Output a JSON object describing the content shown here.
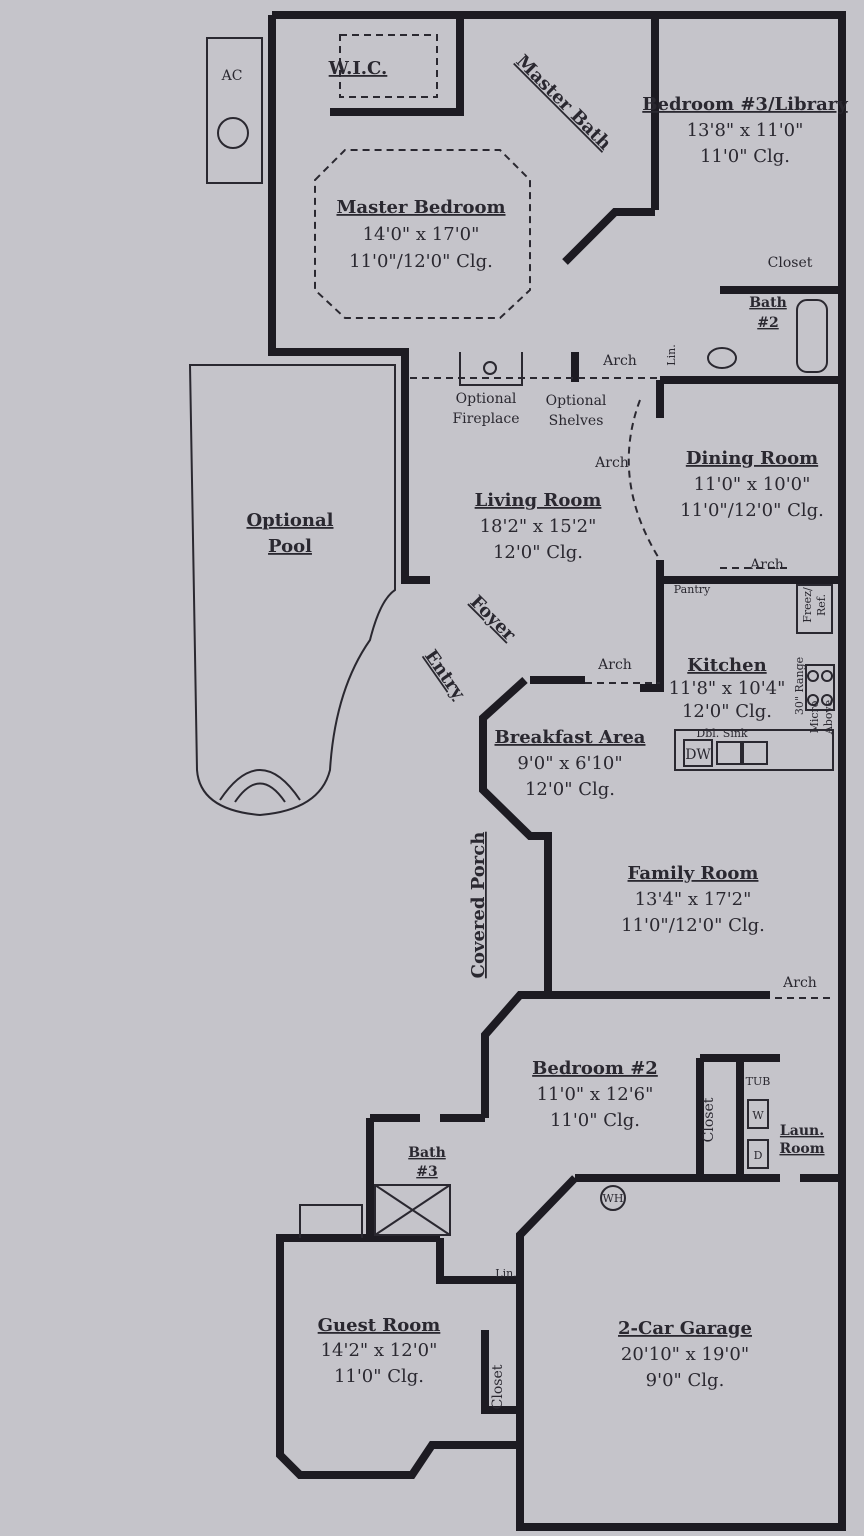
{
  "rooms": {
    "wic": {
      "name": "W.I.C."
    },
    "master_bath": {
      "name": "Master Bath"
    },
    "bedroom3": {
      "name": "Bedroom #3/Library",
      "size": "13'8\" x 11'0\"",
      "ceiling": "11'0\" Clg."
    },
    "master_bedroom": {
      "name": "Master Bedroom",
      "size": "14'0\" x 17'0\"",
      "ceiling": "11'0\"/12'0\" Clg."
    },
    "bath2": {
      "name": "Bath",
      "num": "#2"
    },
    "dining": {
      "name": "Dining Room",
      "size": "11'0\" x 10'0\"",
      "ceiling": "11'0\"/12'0\" Clg."
    },
    "living": {
      "name": "Living Room",
      "size": "18'2\" x 15'2\"",
      "ceiling": "12'0\" Clg."
    },
    "pool": {
      "name1": "Optional",
      "name2": "Pool"
    },
    "foyer": {
      "name": "Foyer"
    },
    "entry": {
      "name": "Entry"
    },
    "kitchen": {
      "name": "Kitchen",
      "size": "11'8\" x 10'4\"",
      "ceiling": "12'0\" Clg."
    },
    "breakfast": {
      "name": "Breakfast Area",
      "size": "9'0\" x 6'10\"",
      "ceiling": "12'0\" Clg."
    },
    "family": {
      "name": "Family Room",
      "size": "13'4\" x 17'2\"",
      "ceiling": "11'0\"/12'0\" Clg."
    },
    "porch": {
      "name": "Covered Porch"
    },
    "bedroom2": {
      "name": "Bedroom #2",
      "size": "11'0\" x 12'6\"",
      "ceiling": "11'0\" Clg."
    },
    "laundry": {
      "name1": "Laun.",
      "name2": "Room"
    },
    "bath3": {
      "name": "Bath",
      "num": "#3"
    },
    "guest": {
      "name": "Guest Room",
      "size": "14'2\" x 12'0\"",
      "ceiling": "11'0\" Clg."
    },
    "garage": {
      "name": "2-Car Garage",
      "size": "20'10\" x 19'0\"",
      "ceiling": "9'0\" Clg."
    }
  },
  "labels": {
    "ac": "AC",
    "closet": "Closet",
    "lin": "Lin.",
    "arch": "Arch",
    "fireplace1": "Optional",
    "fireplace2": "Fireplace",
    "shelves1": "Optional",
    "shelves2": "Shelves",
    "pantry": "Pantry",
    "freez1": "Freez/",
    "freez2": "Ref.",
    "range": "30\" Range",
    "micro1": "Micro",
    "micro2": "Above",
    "sink": "Dbl. Sink",
    "dw": "DW",
    "tub": "TUB",
    "washer": "W",
    "dryer": "D",
    "wh": "WH"
  }
}
